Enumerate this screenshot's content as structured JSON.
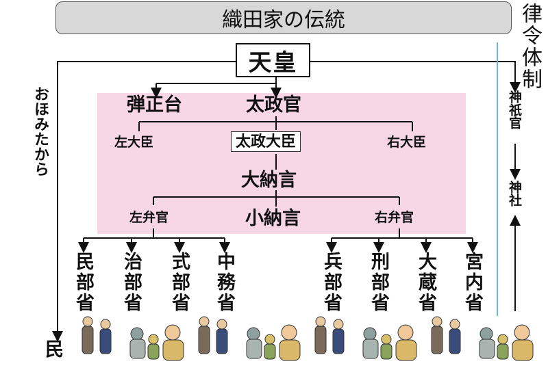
{
  "title": "織田家の伝統",
  "side_title": "律令体制",
  "emperor": "天皇",
  "people_label": "民",
  "vertical_note": "おほみたから",
  "top_row": {
    "danjodai": "弾正台",
    "dajokan": "太政官"
  },
  "ministers": {
    "left": "左大臣",
    "chancellor": "太政大臣",
    "right": "右大臣"
  },
  "dainagon": "大納言",
  "benkan_row": {
    "left": "左弁官",
    "shonagon": "小納言",
    "right": "右弁官"
  },
  "ministries_left": [
    "民部省",
    "治部省",
    "式部省",
    "中務省"
  ],
  "ministries_right": [
    "兵部省",
    "刑部省",
    "大蔵省",
    "宮内省"
  ],
  "shrine_office": "神祇官",
  "shrine": "神社",
  "colors": {
    "pink": "#f7d6e6",
    "blue_line": "#6ab4e0",
    "title_bg": "#d8d8d8"
  },
  "icons": [
    "commoner-figure-icon"
  ]
}
